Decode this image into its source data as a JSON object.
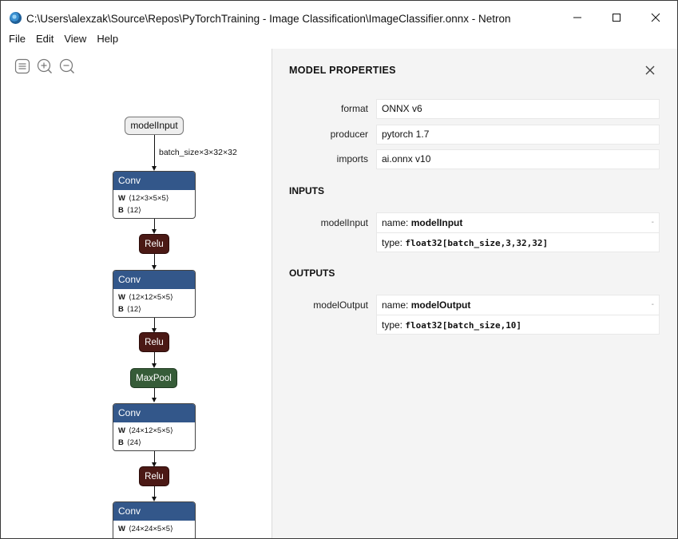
{
  "window": {
    "title": "C:\\Users\\alexzak\\Source\\Repos\\PyTorchTraining - Image Classification\\ImageClassifier.onnx - Netron"
  },
  "menu": {
    "file": "File",
    "edit": "Edit",
    "view": "View",
    "help": "Help"
  },
  "graph": {
    "input_node": "modelInput",
    "input_edge_label": "batch_size×3×32×32",
    "conv1": {
      "title": "Conv",
      "w_label": "W",
      "w_shape": "⟨12×3×5×5⟩",
      "b_label": "B",
      "b_shape": "⟨12⟩"
    },
    "relu1": "Relu",
    "conv2": {
      "title": "Conv",
      "w_label": "W",
      "w_shape": "⟨12×12×5×5⟩",
      "b_label": "B",
      "b_shape": "⟨12⟩"
    },
    "relu2": "Relu",
    "maxpool": "MaxPool",
    "conv3": {
      "title": "Conv",
      "w_label": "W",
      "w_shape": "⟨24×12×5×5⟩",
      "b_label": "B",
      "b_shape": "⟨24⟩"
    },
    "relu3": "Relu",
    "conv4": {
      "title": "Conv",
      "w_label": "W",
      "w_shape": "⟨24×24×5×5⟩"
    }
  },
  "panel": {
    "title": "MODEL PROPERTIES",
    "properties": {
      "format_label": "format",
      "format_value": "ONNX v6",
      "producer_label": "producer",
      "producer_value": "pytorch 1.7",
      "imports_label": "imports",
      "imports_value": "ai.onnx v10"
    },
    "inputs": {
      "section": "INPUTS",
      "label": "modelInput",
      "name_prefix": "name:",
      "name": "modelInput",
      "type_prefix": "type:",
      "type": "float32[batch_size,3,32,32]",
      "dash": "-"
    },
    "outputs": {
      "section": "OUTPUTS",
      "label": "modelOutput",
      "name_prefix": "name:",
      "name": "modelOutput",
      "type_prefix": "type:",
      "type": "float32[batch_size,10]",
      "dash": "-"
    }
  },
  "colors": {
    "conv_header": "#33578a",
    "relu": "#4b1915",
    "maxpool": "#365c38",
    "panel_bg": "#f4f4f4"
  },
  "icons": [
    "app-icon",
    "minimize-icon",
    "maximize-icon",
    "close-icon",
    "sidebar-menu-icon",
    "zoom-in-icon",
    "zoom-out-icon",
    "panel-close-icon"
  ]
}
